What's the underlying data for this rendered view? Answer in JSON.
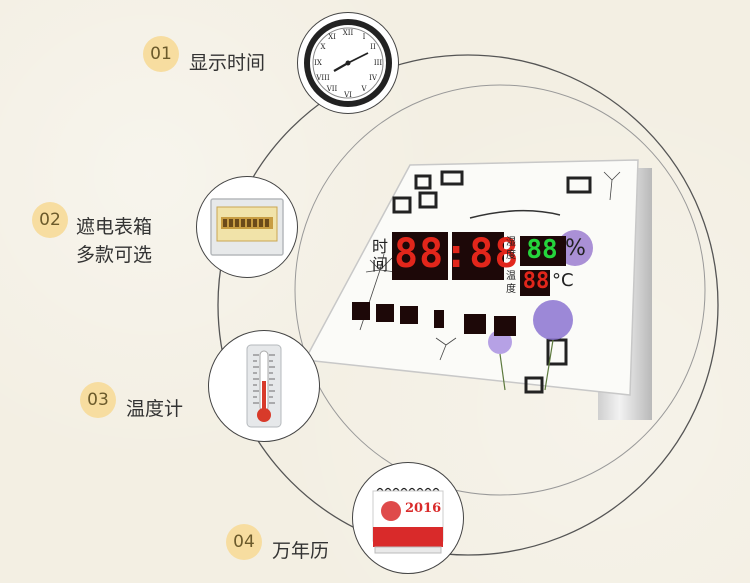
{
  "features": [
    {
      "number": "01",
      "label": "显示时间",
      "icon": "clock-icon"
    },
    {
      "number": "02",
      "label_line1": "遮电表箱",
      "label_line2": "多款可选",
      "icon": "meter-box-icon"
    },
    {
      "number": "03",
      "label": "温度计",
      "icon": "thermometer-icon"
    },
    {
      "number": "04",
      "label": "万年历",
      "icon": "calendar-icon"
    }
  ],
  "product": {
    "time_label": "时间",
    "humidity_label": "湿度",
    "temperature_label": "温度",
    "time_digits": "88:88",
    "humidity_digits": "88",
    "humidity_unit": "%",
    "temperature_digits": "88",
    "temperature_unit": "°C"
  },
  "calendar_year": "2016",
  "colors": {
    "badge": "#f7dda0",
    "led_red": "#e2261b",
    "led_green": "#25d43c",
    "calendar_red": "#d92a2a"
  }
}
